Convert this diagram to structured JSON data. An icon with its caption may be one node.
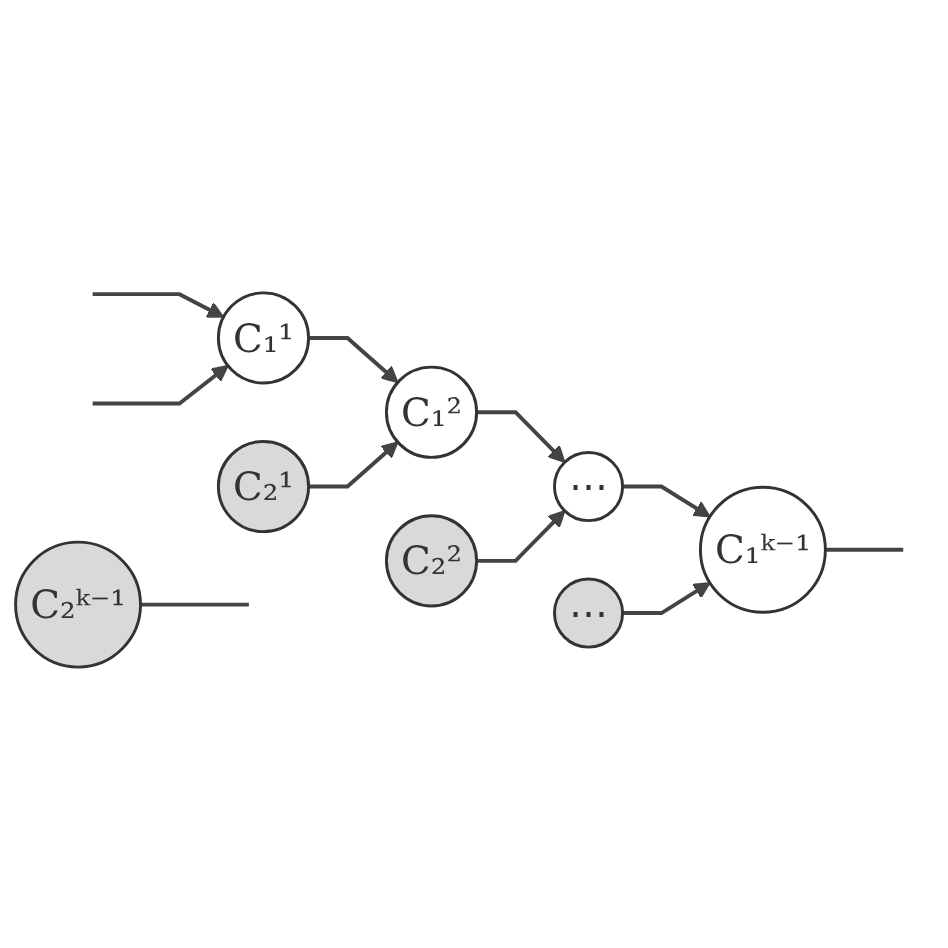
{
  "diagram": {
    "nodes": [
      {
        "text": [
          "C₁¹"
        ]
      },
      {
        "text": [
          "C₁²"
        ]
      },
      {
        "text": [
          "C₂¹"
        ]
      },
      {
        "text": [
          "⋯"
        ]
      },
      {
        "text": [
          "C₂²"
        ]
      },
      {
        "text": [
          "C₁ᵏ⁻¹"
        ]
      },
      {
        "text": [
          "⋯"
        ]
      },
      {
        "text": [
          "C₂ᵏ⁻¹"
        ]
      }
    ],
    "edges": [
      {
        "from": null,
        "to": 0,
        "arrow": "to"
      },
      {
        "from": null,
        "to": 0,
        "arrow": "to"
      },
      {
        "from": 0,
        "to": 1,
        "arrow": "to"
      },
      {
        "from": 2,
        "to": 1,
        "arrow": "to"
      },
      {
        "from": 1,
        "to": 3,
        "arrow": "to"
      },
      {
        "from": 4,
        "to": 3,
        "arrow": "to"
      },
      {
        "from": 3,
        "to": 5,
        "arrow": "to"
      },
      {
        "from": 6,
        "to": 5,
        "arrow": "to"
      },
      {
        "from": 5,
        "to": null,
        "arrow": "none"
      },
      {
        "from": 7,
        "to": null,
        "arrow": "none"
      }
    ]
  }
}
